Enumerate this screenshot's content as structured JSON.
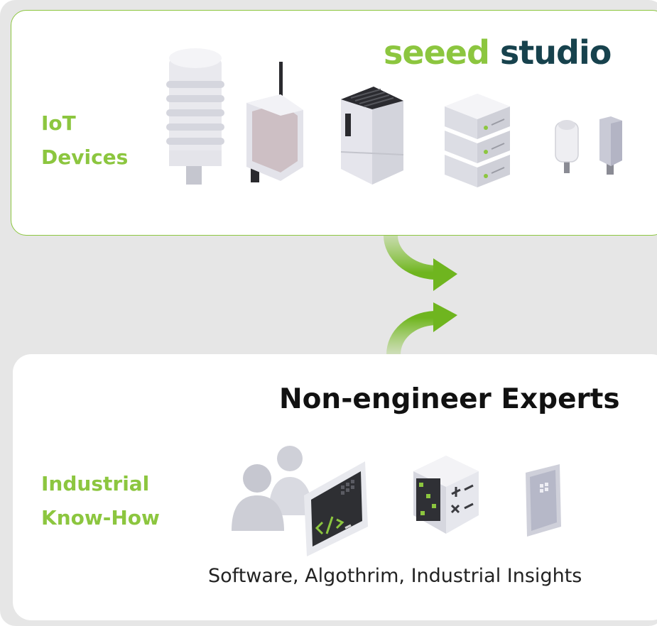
{
  "logo": {
    "part1": "seeed",
    "part2": "studio"
  },
  "iot_label": {
    "line1": "IoT",
    "line2": "Devices"
  },
  "industrial_label": {
    "line1": "Industrial",
    "line2": "Know-How"
  },
  "heading": "Non-engineer Experts",
  "caption": "Software, Algothrim, Industrial Insights",
  "colors": {
    "accent": "#8cc63f",
    "logo_dark": "#17424d",
    "background": "#e6e6e6",
    "device_gray": "#d9d9e0"
  },
  "icons": [
    "weather-sensor-icon",
    "lorawan-gateway-icon",
    "edge-computer-icon",
    "server-stack-icon",
    "small-sensor-icon",
    "probe-sensor-icon",
    "curved-arrow-down-icon",
    "curved-arrow-up-icon",
    "people-icon",
    "code-monitor-icon",
    "calculator-icon",
    "tablet-icon"
  ]
}
